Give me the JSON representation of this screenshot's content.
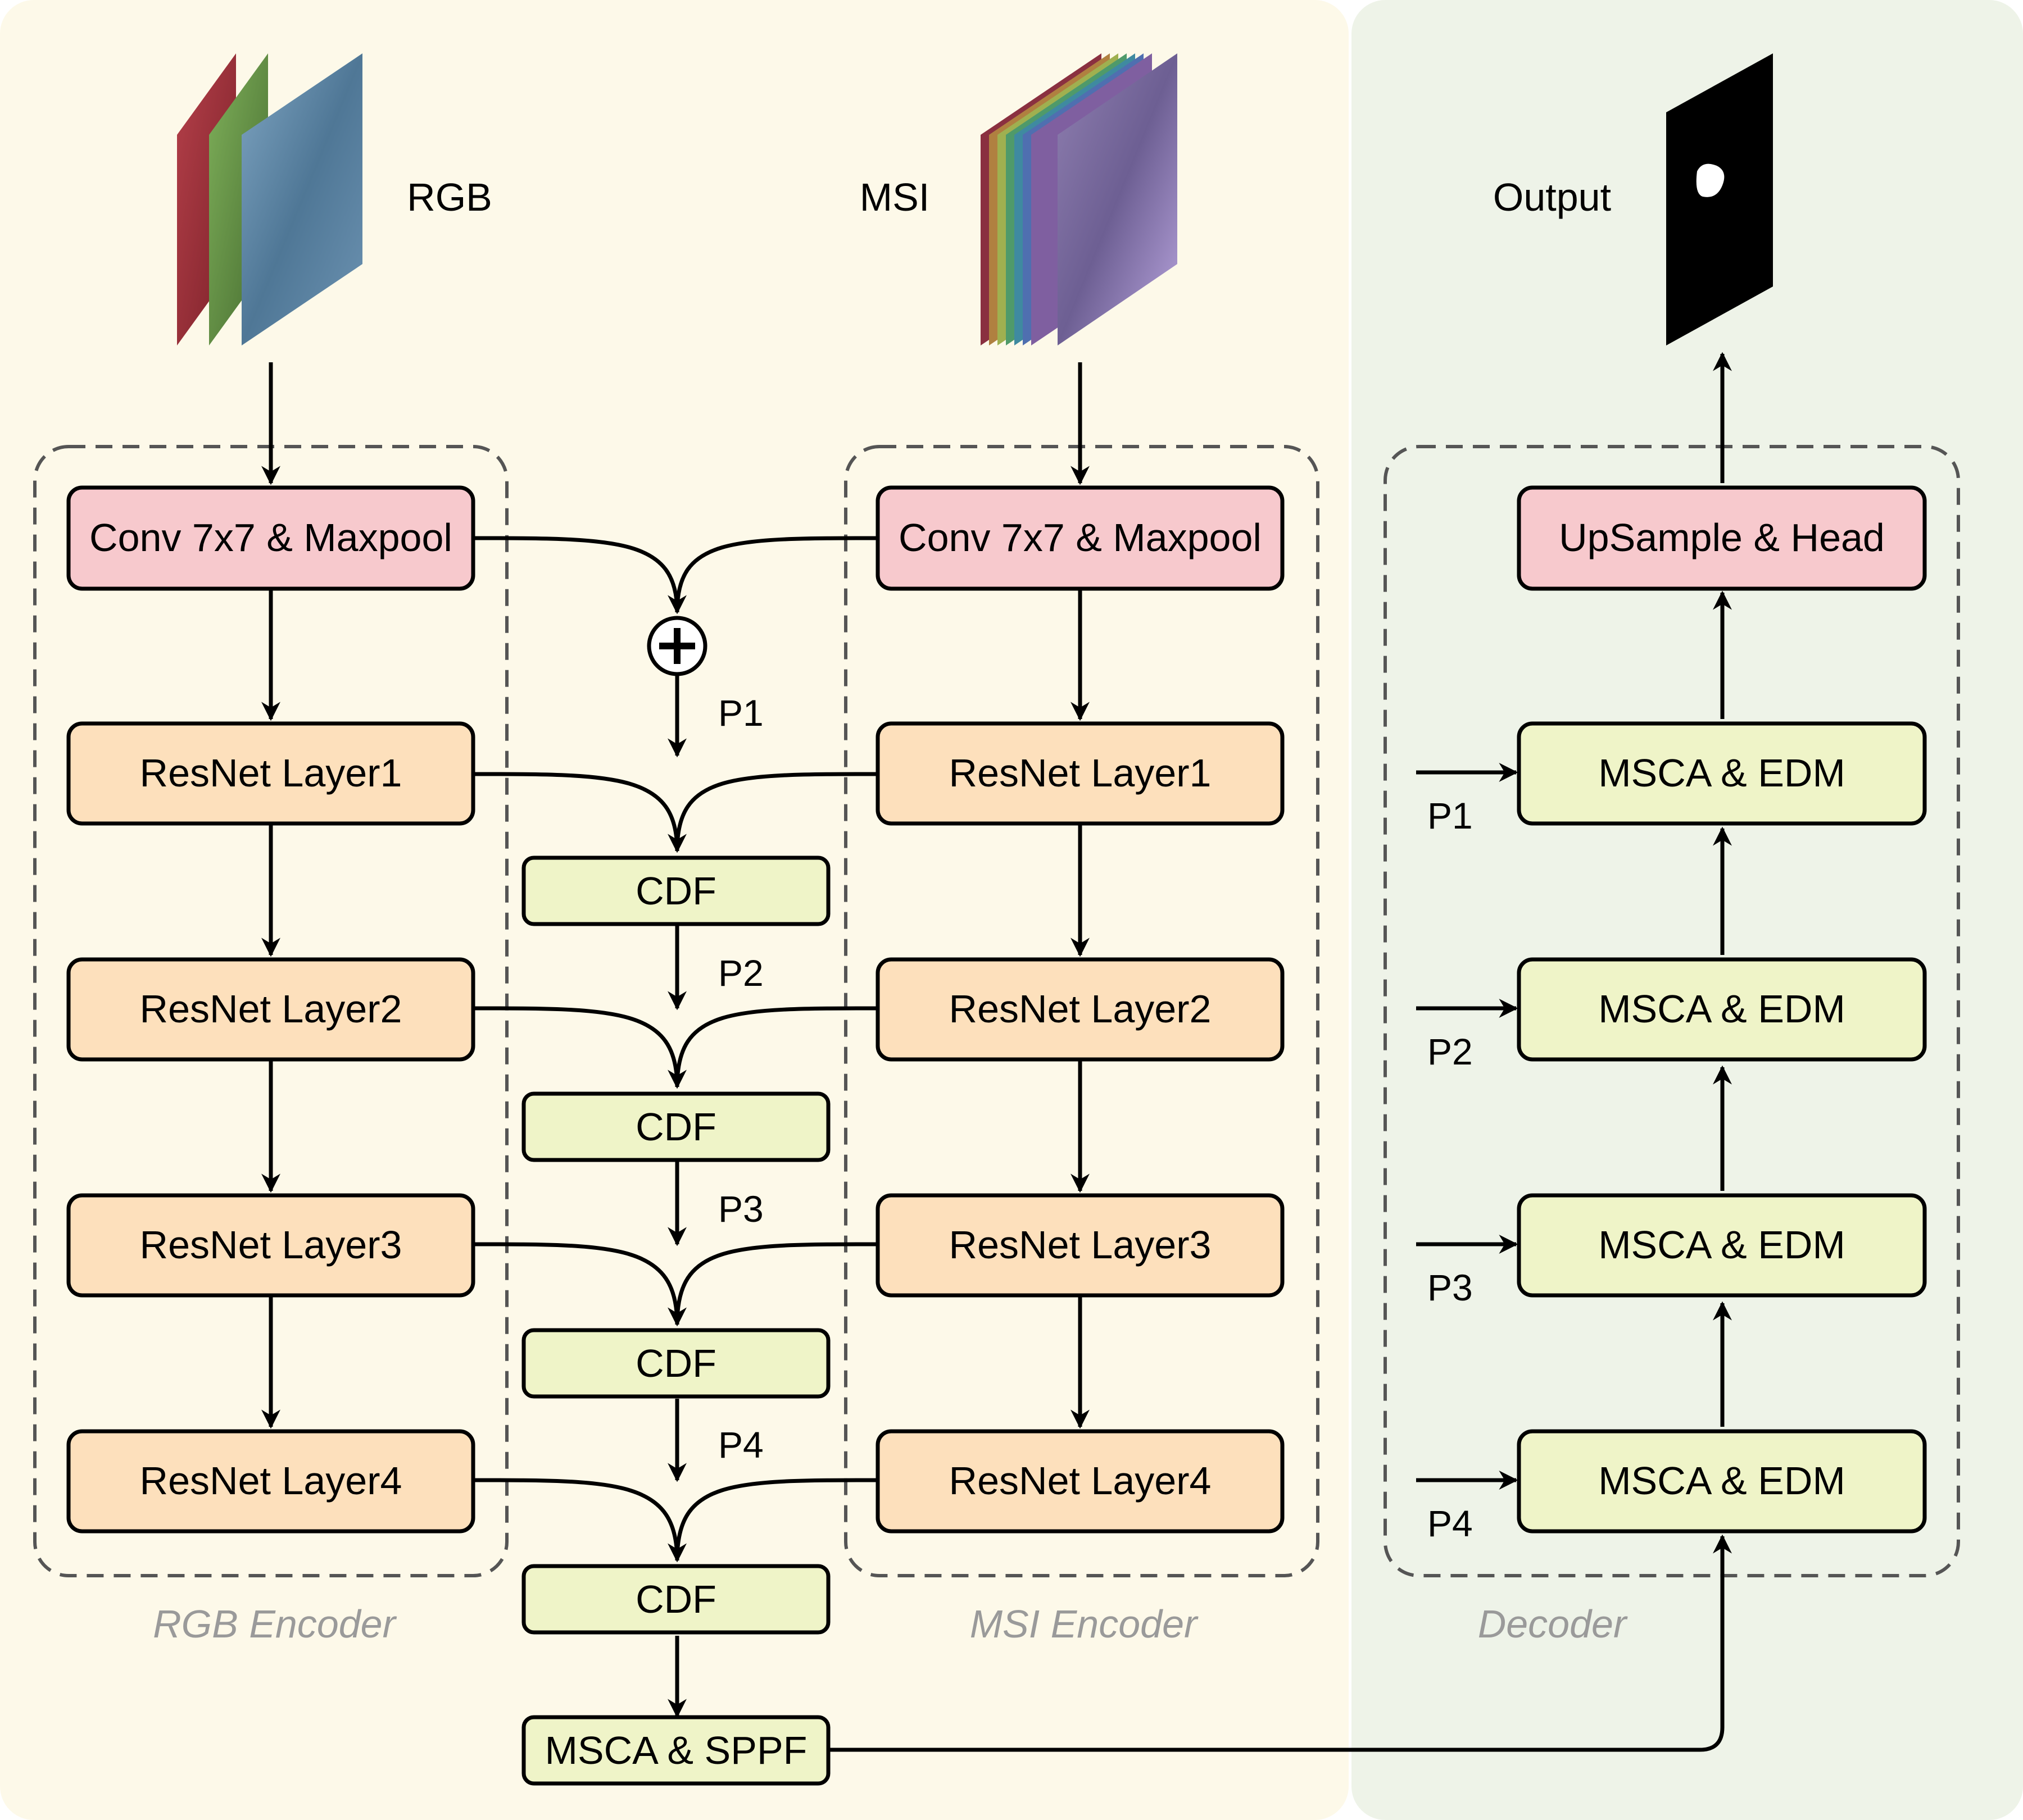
{
  "colors": {
    "encoder_panel": "#fdf9e9",
    "decoder_panel": "#eef3e8",
    "pink_box": "#f7c9cd",
    "orange_box": "#fde0bc",
    "green_box": "#eff4c8",
    "dashed": "#555555",
    "section_label": "#9a9a9a"
  },
  "inputs": {
    "rgb_label": "RGB",
    "msi_label": "MSI",
    "output_label": "Output"
  },
  "rgb_encoder": {
    "section_label": "RGB Encoder",
    "conv": "Conv 7x7 & Maxpool",
    "layer1": "ResNet Layer1",
    "layer2": "ResNet Layer2",
    "layer3": "ResNet Layer3",
    "layer4": "ResNet Layer4"
  },
  "msi_encoder": {
    "section_label": "MSI Encoder",
    "conv": "Conv 7x7 & Maxpool",
    "layer1": "ResNet Layer1",
    "layer2": "ResNet Layer2",
    "layer3": "ResNet Layer3",
    "layer4": "ResNet Layer4"
  },
  "fusion": {
    "cdf1": "CDF",
    "cdf2": "CDF",
    "cdf3": "CDF",
    "cdf4": "CDF",
    "sppf": "MSCA & SPPF",
    "p1": "P1",
    "p2": "P2",
    "p3": "P3",
    "p4": "P4"
  },
  "decoder": {
    "section_label": "Decoder",
    "head": "UpSample & Head",
    "msca1": "MSCA & EDM",
    "msca2": "MSCA & EDM",
    "msca3": "MSCA & EDM",
    "msca4": "MSCA & EDM",
    "p1": "P1",
    "p2": "P2",
    "p3": "P3",
    "p4": "P4"
  }
}
